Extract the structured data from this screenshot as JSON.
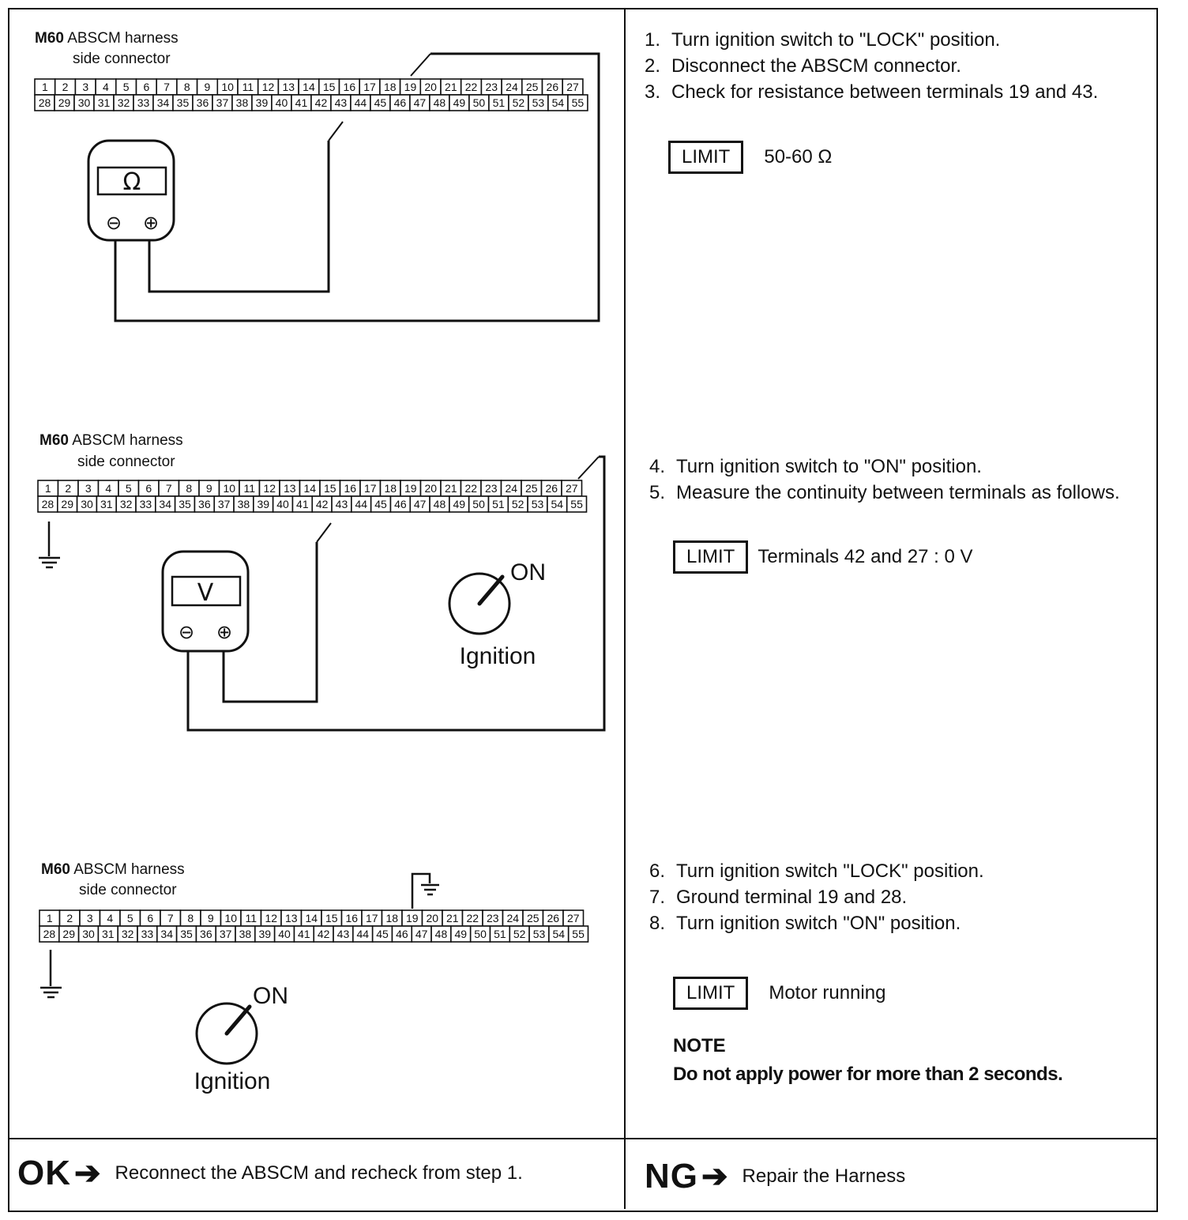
{
  "panels": [
    {
      "connector": {
        "code": "M60",
        "title_line1": "ABSCM harness",
        "title_line2": "side connector",
        "top_row": [
          "1",
          "2",
          "3",
          "4",
          "5",
          "6",
          "7",
          "8",
          "9",
          "10",
          "11",
          "12",
          "13",
          "14",
          "15",
          "16",
          "17",
          "18",
          "19",
          "20",
          "21",
          "22",
          "23",
          "24",
          "25",
          "26",
          "27"
        ],
        "bottom_row": [
          "28",
          "29",
          "30",
          "31",
          "32",
          "33",
          "34",
          "35",
          "36",
          "37",
          "38",
          "39",
          "40",
          "41",
          "42",
          "43",
          "44",
          "45",
          "46",
          "47",
          "48",
          "49",
          "50",
          "51",
          "52",
          "53",
          "54",
          "55"
        ]
      },
      "meter": {
        "symbol": "Ω",
        "neg": "⊖",
        "pos": "⊕"
      },
      "steps": [
        {
          "num": "1.",
          "text": "Turn ignition switch to \"LOCK\" position."
        },
        {
          "num": "2.",
          "text": "Disconnect the ABSCM connector."
        },
        {
          "num": "3.",
          "text": "Check for resistance between terminals 19 and 43."
        }
      ],
      "limit": {
        "label": "LIMIT",
        "value": "50-60 Ω"
      }
    },
    {
      "connector": {
        "code": "M60",
        "title_line1": "ABSCM harness",
        "title_line2": "side connector",
        "top_row": [
          "1",
          "2",
          "3",
          "4",
          "5",
          "6",
          "7",
          "8",
          "9",
          "10",
          "11",
          "12",
          "13",
          "14",
          "15",
          "16",
          "17",
          "18",
          "19",
          "20",
          "21",
          "22",
          "23",
          "24",
          "25",
          "26",
          "27"
        ],
        "bottom_row": [
          "28",
          "29",
          "30",
          "31",
          "32",
          "33",
          "34",
          "35",
          "36",
          "37",
          "38",
          "39",
          "40",
          "41",
          "42",
          "43",
          "44",
          "45",
          "46",
          "47",
          "48",
          "49",
          "50",
          "51",
          "52",
          "53",
          "54",
          "55"
        ]
      },
      "meter": {
        "symbol": "V",
        "neg": "⊖",
        "pos": "⊕"
      },
      "ignition": {
        "state": "ON",
        "label": "Ignition"
      },
      "steps": [
        {
          "num": "4.",
          "text": "Turn ignition switch to \"ON\" position."
        },
        {
          "num": "5.",
          "text": "Measure the continuity between terminals as follows."
        }
      ],
      "limit": {
        "label": "LIMIT",
        "value": "Terminals 42 and 27 : 0 V"
      }
    },
    {
      "connector": {
        "code": "M60",
        "title_line1": "ABSCM harness",
        "title_line2": "side connector",
        "top_row": [
          "1",
          "2",
          "3",
          "4",
          "5",
          "6",
          "7",
          "8",
          "9",
          "10",
          "11",
          "12",
          "13",
          "14",
          "15",
          "16",
          "17",
          "18",
          "19",
          "20",
          "21",
          "22",
          "23",
          "24",
          "25",
          "26",
          "27"
        ],
        "bottom_row": [
          "28",
          "29",
          "30",
          "31",
          "32",
          "33",
          "34",
          "35",
          "36",
          "37",
          "38",
          "39",
          "40",
          "41",
          "42",
          "43",
          "44",
          "45",
          "46",
          "47",
          "48",
          "49",
          "50",
          "51",
          "52",
          "53",
          "54",
          "55"
        ]
      },
      "ignition": {
        "state": "ON",
        "label": "Ignition"
      },
      "steps": [
        {
          "num": "6.",
          "text": "Turn ignition switch \"LOCK\" position."
        },
        {
          "num": "7.",
          "text": "Ground terminal 19 and 28."
        },
        {
          "num": "8.",
          "text": "Turn ignition switch \"ON\" position."
        }
      ],
      "limit": {
        "label": "LIMIT",
        "value": "Motor running"
      },
      "note": {
        "title": "NOTE",
        "text": "Do not apply power for more than 2 seconds."
      }
    }
  ],
  "results": {
    "ok": {
      "tag": "OK",
      "arrow": "➔",
      "text": "Reconnect the ABSCM and recheck from step 1."
    },
    "ng": {
      "tag": "NG",
      "arrow": "➔",
      "text": "Repair the Harness"
    }
  }
}
